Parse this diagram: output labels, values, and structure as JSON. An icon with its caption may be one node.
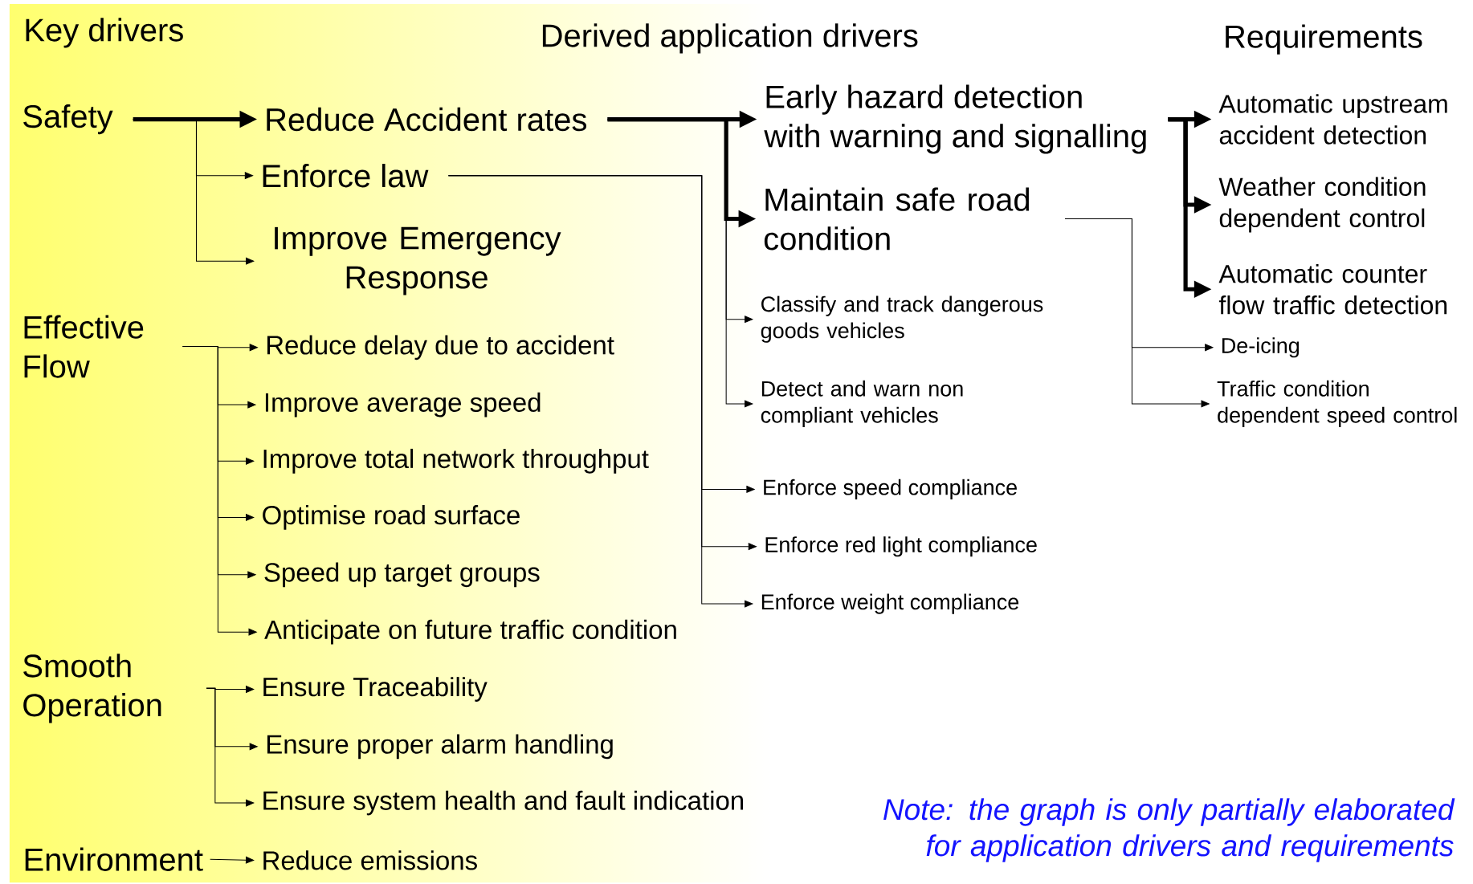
{
  "diagram": {
    "nodes": [
      {
        "text": [
          "Safety"
        ]
      },
      {
        "text": [
          "Reduce Accident rates"
        ]
      },
      {
        "text": [
          "Enforce law"
        ]
      },
      {
        "text": [
          "Improve Emergency Response"
        ]
      },
      {
        "text": [
          "Effective Flow"
        ]
      },
      {
        "text": [
          "Reduce delay due to accident"
        ]
      },
      {
        "text": [
          "Improve average speed"
        ]
      },
      {
        "text": [
          "Improve total network throughput"
        ]
      },
      {
        "text": [
          "Optimise road surface"
        ]
      },
      {
        "text": [
          "Speed up target groups"
        ]
      },
      {
        "text": [
          "Anticipate on future traffic condition"
        ]
      },
      {
        "text": [
          "Smooth Operation"
        ]
      },
      {
        "text": [
          "Ensure Traceability"
        ]
      },
      {
        "text": [
          "Ensure proper alarm handling"
        ]
      },
      {
        "text": [
          "Ensure system health and fault indication"
        ]
      },
      {
        "text": [
          "Environment"
        ]
      },
      {
        "text": [
          "Reduce emissions"
        ]
      },
      {
        "text": [
          "Early hazard detection",
          "with warning and signalling"
        ]
      },
      {
        "text": [
          "Maintain safe road condition"
        ]
      },
      {
        "text": [
          "Classify and track dangerous goods vehicles"
        ]
      },
      {
        "text": [
          "Detect and warn non compliant vehicles"
        ]
      },
      {
        "text": [
          "Enforce speed compliance"
        ]
      },
      {
        "text": [
          "Enforce red light compliance"
        ]
      },
      {
        "text": [
          "Enforce weight compliance"
        ]
      },
      {
        "text": [
          "Automatic upstream accident detection"
        ]
      },
      {
        "text": [
          "Weather condition dependent control"
        ]
      },
      {
        "text": [
          "Automatic counter flow traffic detection"
        ]
      },
      {
        "text": [
          "De-icing"
        ]
      },
      {
        "text": [
          "Traffic condition dependent speed control"
        ]
      }
    ],
    "edges": [
      {
        "from": 0,
        "to": 1,
        "arrow": "to",
        "style": "thick"
      },
      {
        "from": 0,
        "to": 2,
        "arrow": "to"
      },
      {
        "from": 0,
        "to": 3,
        "arrow": "to"
      },
      {
        "from": 4,
        "to": 5,
        "arrow": "to"
      },
      {
        "from": 4,
        "to": 6,
        "arrow": "to"
      },
      {
        "from": 4,
        "to": 7,
        "arrow": "to"
      },
      {
        "from": 4,
        "to": 8,
        "arrow": "to"
      },
      {
        "from": 4,
        "to": 9,
        "arrow": "to"
      },
      {
        "from": 4,
        "to": 10,
        "arrow": "to"
      },
      {
        "from": 11,
        "to": 12,
        "arrow": "to"
      },
      {
        "from": 11,
        "to": 13,
        "arrow": "to"
      },
      {
        "from": 11,
        "to": 14,
        "arrow": "to"
      },
      {
        "from": 15,
        "to": 16,
        "arrow": "to"
      },
      {
        "from": 1,
        "to": 17,
        "arrow": "to",
        "style": "thick"
      },
      {
        "from": 1,
        "to": 18,
        "arrow": "to",
        "style": "thick"
      },
      {
        "from": 1,
        "to": 19,
        "arrow": "to"
      },
      {
        "from": 1,
        "to": 20,
        "arrow": "to"
      },
      {
        "from": 2,
        "to": 21,
        "arrow": "to"
      },
      {
        "from": 2,
        "to": 22,
        "arrow": "to"
      },
      {
        "from": 2,
        "to": 23,
        "arrow": "to"
      },
      {
        "from": 17,
        "to": 24,
        "arrow": "to",
        "style": "thick"
      },
      {
        "from": 17,
        "to": 25,
        "arrow": "to",
        "style": "thick"
      },
      {
        "from": 17,
        "to": 26,
        "arrow": "to",
        "style": "thick"
      },
      {
        "from": 18,
        "to": 27,
        "arrow": "to"
      },
      {
        "from": 18,
        "to": 28,
        "arrow": "to"
      }
    ],
    "labels": [
      "Key drivers",
      "Derived application drivers",
      "Requirements",
      "Note: the graph is only partially elaborated for application drivers and requirements"
    ]
  }
}
